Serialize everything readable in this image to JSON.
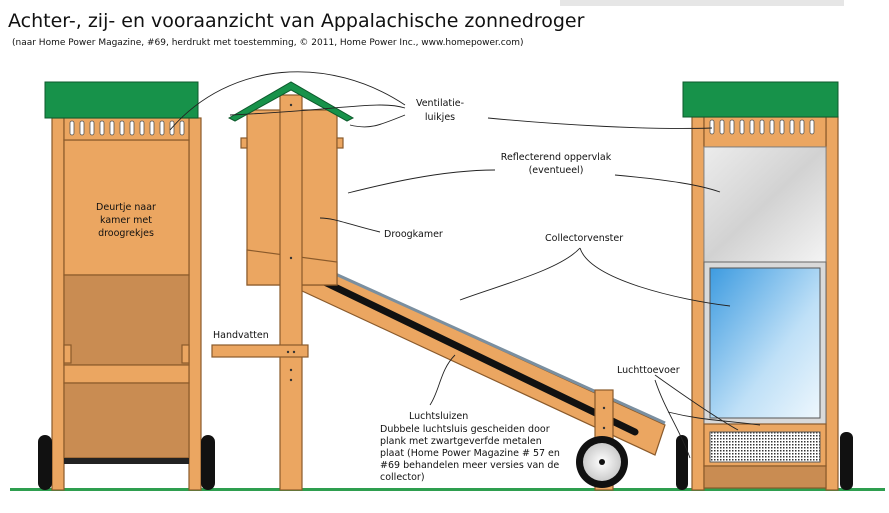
{
  "title": "Achter-, zij- en vooraanzicht van Appalachische zonnedroger",
  "subtitle": "(naar Home Power Magazine, #69, herdrukt met toestemming, © 2011, Home Power Inc., www.homepower.com)",
  "labels": {
    "door": [
      "Deurtje naar",
      "kamer met",
      "droogrekjes"
    ],
    "ventilation": [
      "Ventilatie-",
      "luikjes"
    ],
    "reflective": [
      "Reflecterend oppervlak",
      "(eventueel)"
    ],
    "drying_chamber": "Droogkamer",
    "collector_window": "Collectorvenster",
    "handles": "Handvatten",
    "air_intake": "Luchttoevoer",
    "air_locks_title": "Luchtsluizen",
    "air_locks_desc": [
      "Dubbele luchtsluis gescheiden door",
      "plank met zwartgeverfde metalen",
      "plaat (Home Power Magazine # 57 en",
      "#69 behandelen meer versies van de",
      "collector)"
    ]
  },
  "colors": {
    "wood": "#eba661",
    "roof": "#17924a",
    "ground": "#2e9e4f"
  }
}
